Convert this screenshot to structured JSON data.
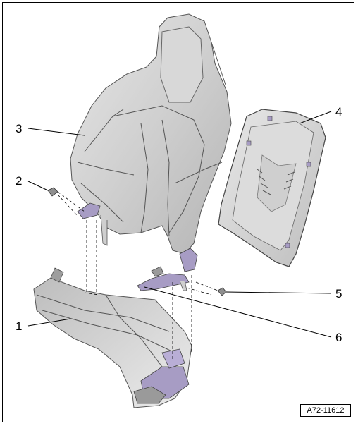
{
  "figure": {
    "reference_code": "A72-11612"
  },
  "callouts": [
    {
      "id": "1",
      "label": "1"
    },
    {
      "id": "2",
      "label": "2"
    },
    {
      "id": "3",
      "label": "3"
    },
    {
      "id": "4",
      "label": "4"
    },
    {
      "id": "5",
      "label": "5"
    },
    {
      "id": "6",
      "label": "6"
    }
  ],
  "colors": {
    "line": "#000000",
    "part_fill": "#d2d2d2",
    "part_shadow": "#a8a8a8",
    "hardware": "#a79cc4"
  }
}
